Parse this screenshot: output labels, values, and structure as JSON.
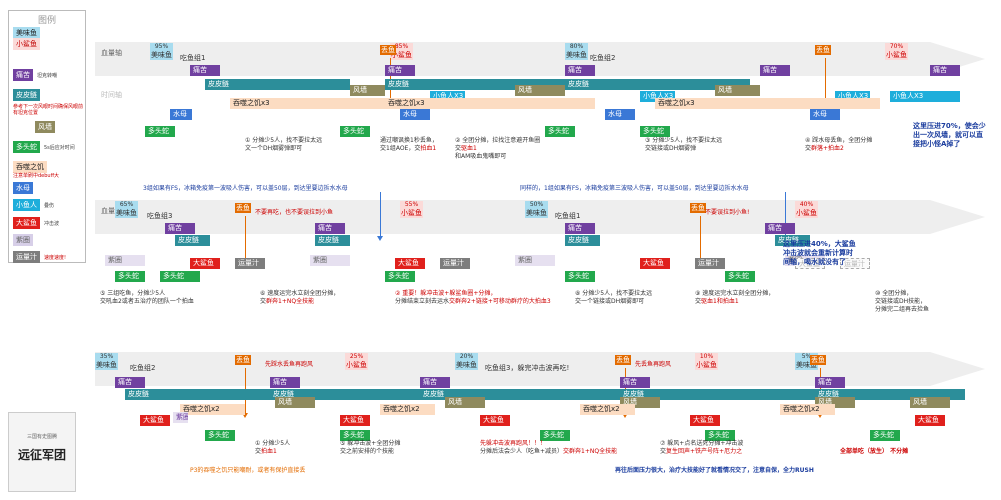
{
  "legend": {
    "title": "图例",
    "items": [
      {
        "label": "美味鱼",
        "color": "#a8dcef",
        "text": "#222",
        "note": ""
      },
      {
        "label": "小鲨鱼",
        "color": "#fbdad8",
        "text": "#c00000",
        "note": ""
      },
      {
        "label": "痛苦",
        "color": "#7040a0",
        "text": "#fff",
        "note": "坦克转嘲"
      },
      {
        "label": "皮皮鲢",
        "color": "#2c8e9a",
        "text": "#fff",
        "note": ""
      },
      {
        "label": "",
        "color": "",
        "text": "",
        "note": "参考下一次风眼时间确保风眼前有坦克位置"
      },
      {
        "label": "风墙",
        "color": "#8f8a5e",
        "text": "#fff",
        "note": ""
      },
      {
        "label": "多头蛇",
        "color": "#22a84c",
        "text": "#fff",
        "note": "5s后应对时间"
      },
      {
        "label": "吞噬之饥",
        "color": "#fcdcc2",
        "text": "#222",
        "note": ""
      },
      {
        "label": "",
        "color": "",
        "text": "",
        "note": "注意单刷中debuff大"
      },
      {
        "label": "水母",
        "color": "#3a78d6",
        "text": "#fff",
        "note": ""
      },
      {
        "label": "小鱼人",
        "color": "#1eaedb",
        "text": "#fff",
        "note": "叠伤"
      },
      {
        "label": "大鲨鱼",
        "color": "#e0201c",
        "text": "#fff",
        "note": "冲击波"
      },
      {
        "label": "紫圈",
        "color": "#d7cfe8",
        "text": "#666",
        "note": ""
      },
      {
        "label": "运量汁",
        "color": "#7d7d7d",
        "text": "#fff",
        "note": "速度速度!"
      }
    ]
  },
  "rows": [
    {
      "axis_label": "血量轴",
      "time_label": "时间轴",
      "phases": [
        {
          "pct": "95%",
          "name": "美味鱼",
          "fish": "美味鱼",
          "cls": "fish",
          "group": "吃鱼组1"
        },
        {
          "pct": "85%",
          "name": "小鲨鱼",
          "fish": "小鲨鱼",
          "cls": "shark",
          "group": ""
        },
        {
          "pct": "80%",
          "name": "美味鱼",
          "fish": "美味鱼",
          "cls": "fish",
          "group": "吃鱼组2"
        },
        {
          "pct": "70%",
          "name": "小鲨鱼",
          "fish": "小鲨鱼",
          "cls": "shark",
          "group": ""
        }
      ],
      "drops": [
        "丢鱼",
        "丢鱼"
      ],
      "bars": [
        {
          "label": "痛苦",
          "kind": "tongku"
        },
        {
          "label": "痛苦",
          "kind": "tongku"
        },
        {
          "label": "痛苦",
          "kind": "tongku"
        },
        {
          "label": "痛苦",
          "kind": "tongku"
        },
        {
          "label": "痛苦",
          "kind": "tongku"
        },
        {
          "label": "皮皮鲢",
          "kind": "pipi"
        },
        {
          "label": "皮皮鲢",
          "kind": "pipi"
        },
        {
          "label": "皮皮鲢",
          "kind": "pipi"
        },
        {
          "label": "风墙",
          "kind": "wind"
        },
        {
          "label": "风墙",
          "kind": "wind"
        },
        {
          "label": "风墙",
          "kind": "wind"
        },
        {
          "label": "小鱼人X3",
          "kind": "xiaoyu"
        },
        {
          "label": "小鱼人X3",
          "kind": "xiaoyu"
        },
        {
          "label": "小鱼人X3",
          "kind": "xiaoyu"
        },
        {
          "label": "小鱼人X3",
          "kind": "xiaoyu"
        },
        {
          "label": "吞噬之饥x3",
          "kind": "tunshi"
        },
        {
          "label": "吞噬之饥x3",
          "kind": "tunshi"
        },
        {
          "label": "吞噬之饥x3",
          "kind": "tunshi"
        },
        {
          "label": "水母",
          "kind": "jelly"
        },
        {
          "label": "水母",
          "kind": "jelly"
        },
        {
          "label": "水母",
          "kind": "jelly"
        },
        {
          "label": "水母",
          "kind": "jelly"
        },
        {
          "label": "多头蛇",
          "kind": "hydra"
        },
        {
          "label": "多头蛇",
          "kind": "hydra"
        },
        {
          "label": "多头蛇",
          "kind": "hydra"
        },
        {
          "label": "多头蛇",
          "kind": "hydra"
        }
      ],
      "notes": [
        {
          "lines": [
            [
              "① 分摊少5人，找不要拉太远",
              ""
            ],
            [
              "文一个DH烟雾弹即可",
              ""
            ]
          ]
        },
        {
          "lines": [
            [
              "通过嘲讽换1秒丢鱼，",
              ""
            ],
            [
              "交1组AOE，交",
              ""
            ],
            [
              "拍血1",
              "hl"
            ]
          ]
        },
        {
          "lines": [
            [
              "② 全团分摊，拉找注意避开鱼圈",
              ""
            ],
            [
              "交",
              ""
            ],
            [
              "驱血1",
              "hl"
            ],
            [
              "和AM吸血鬼嘴即可",
              ""
            ]
          ]
        },
        {
          "lines": [
            [
              "③ 分摊少5人，找不要拉太远",
              ""
            ],
            [
              "交链接或DH烟雾弹",
              ""
            ]
          ]
        },
        {
          "lines": [
            [
              "④ 踩水母丢鱼，全团分摊",
              ""
            ],
            [
              "交",
              ""
            ],
            [
              "群落+拍血2",
              "hl"
            ]
          ]
        }
      ],
      "side": [
        "这里压进70%，使会少",
        "出一次风墙，就可以直",
        "接把小怪A掉了"
      ]
    },
    {
      "axis_label": "血量轴",
      "time_label": "",
      "phases": [
        {
          "pct": "65%",
          "name": "美味鱼",
          "fish": "美味鱼",
          "cls": "fish",
          "group": "吃鱼组3"
        },
        {
          "pct": "55%",
          "name": "小鲨鱼",
          "fish": "小鲨鱼",
          "cls": "shark",
          "group": ""
        },
        {
          "pct": "50%",
          "name": "美味鱼",
          "fish": "美味鱼",
          "cls": "fish",
          "group": "吃鱼组1"
        },
        {
          "pct": "40%",
          "name": "小鲨鱼",
          "fish": "小鲨鱼",
          "cls": "shark",
          "group": ""
        }
      ],
      "drops": [
        "丢鱼",
        "丢鱼"
      ],
      "drop_notes": [
        "不要再吃，也不要误拉到小鱼",
        "不要误拉到小鱼!"
      ],
      "rule_notes": [
        "3组如果有FS，冰箱免疫第一波吸人伤害，可以盖50层，到达里要边拆水水母",
        "同样的，1组如果有FS，冰箱免疫第三波吸人伤害，可以盖50层，到达里要边拆水水母"
      ],
      "bars": [
        {
          "label": "痛苦",
          "kind": "tongku"
        },
        {
          "label": "痛苦",
          "kind": "tongku"
        },
        {
          "label": "痛苦",
          "kind": "tongku"
        },
        {
          "label": "痛苦",
          "kind": "tongku"
        },
        {
          "label": "皮皮鲢",
          "kind": "pipi"
        },
        {
          "label": "皮皮鲢",
          "kind": "pipi"
        },
        {
          "label": "皮皮鲢",
          "kind": "pipi"
        },
        {
          "label": "皮皮鲢",
          "kind": "pipi"
        },
        {
          "label": "紫圈",
          "kind": "purple"
        },
        {
          "label": "紫圈",
          "kind": "purple"
        },
        {
          "label": "紫圈",
          "kind": "purple"
        },
        {
          "label": "紫圈",
          "kind": "purple"
        },
        {
          "label": "多头蛇",
          "kind": "hydra"
        },
        {
          "label": "多头蛇",
          "kind": "hydra"
        },
        {
          "label": "多头蛇",
          "kind": "hydra"
        },
        {
          "label": "多头蛇",
          "kind": "hydra"
        },
        {
          "label": "多头蛇",
          "kind": "hydra"
        },
        {
          "label": "大鲨鱼",
          "kind": "bigshark"
        },
        {
          "label": "大鲨鱼",
          "kind": "bigshark"
        },
        {
          "label": "大鲨鱼",
          "kind": "bigshark"
        },
        {
          "label": "运量汁",
          "kind": "yun"
        },
        {
          "label": "运量汁",
          "kind": "yun"
        },
        {
          "label": "运量汁",
          "kind": "yun"
        },
        {
          "label": "大鲨鱼",
          "kind": "ghost"
        },
        {
          "label": "运量汁",
          "kind": "ghost"
        }
      ],
      "notes": [
        {
          "lines": [
            [
              "⑤ 三组吃鱼，分摊少5人",
              ""
            ],
            [
              "交吼血2或者五治疗的团队一个拍血",
              ""
            ]
          ]
        },
        {
          "lines": [
            [
              "⑥ 速度运完水立刻全团分摊，",
              ""
            ],
            [
              "交",
              ""
            ],
            [
              "群奔1+NQ全技能",
              "hl"
            ]
          ]
        },
        {
          "lines": [
            [
              "② 重要！躲冲击波+躲鲨鱼圈+分摊，",
              "hl"
            ],
            [
              "分摊结束立刻去运水",
              ""
            ],
            [
              "交群奔2+链接+可移动群疗的大拍血3",
              "hl"
            ]
          ]
        },
        {
          "lines": [
            [
              "⑧ 分摊少5人，找不要拉太远",
              ""
            ],
            [
              "交一个链接或DH烟雾即可",
              ""
            ]
          ]
        },
        {
          "lines": [
            [
              "⑨ 速度运完水立刻全团分摊，",
              ""
            ],
            [
              "交",
              ""
            ],
            [
              "驱血1",
              "hl"
            ],
            [
              "和拍血1",
              "hl"
            ]
          ]
        },
        {
          "lines": [
            [
              "⑩ 全团分摊，",
              ""
            ],
            [
              "交链接或DH技能，",
              ""
            ],
            [
              "分摊完二组再去捡鱼",
              ""
            ]
          ]
        }
      ],
      "side": [
        "这里压进40%，大鲨鱼",
        "冲击波就会重新计算时",
        "间轴，喝水就没有了"
      ]
    },
    {
      "axis_label": "",
      "time_label": "",
      "phases": [
        {
          "pct": "35%",
          "name": "美味鱼",
          "fish": "美味鱼",
          "cls": "fish",
          "group": "吃鱼组2"
        },
        {
          "pct": "25%",
          "name": "小鲨鱼",
          "fish": "小鲨鱼",
          "cls": "shark",
          "group": ""
        },
        {
          "pct": "20%",
          "name": "美味鱼",
          "fish": "美味鱼",
          "cls": "fish",
          "group": "吃鱼组3，躲完冲击波再吃!"
        },
        {
          "pct": "10%",
          "name": "小鲨鱼",
          "fish": "小鲨鱼",
          "cls": "shark",
          "group": ""
        },
        {
          "pct": "5%",
          "name": "美味鱼",
          "fish": "美味鱼",
          "cls": "fish",
          "group": ""
        }
      ],
      "drops": [
        "丢鱼",
        "丢鱼",
        "丢鱼"
      ],
      "drop_notes": [
        "先踩水丢鱼再跑风",
        "先丢鱼再跑风"
      ],
      "bars": [
        {
          "label": "痛苦",
          "kind": "tongku"
        },
        {
          "label": "痛苦",
          "kind": "tongku"
        },
        {
          "label": "痛苦",
          "kind": "tongku"
        },
        {
          "label": "痛苦",
          "kind": "tongku"
        },
        {
          "label": "痛苦",
          "kind": "tongku"
        },
        {
          "label": "皮皮鲢",
          "kind": "pipi"
        },
        {
          "label": "皮皮鲢",
          "kind": "pipi"
        },
        {
          "label": "皮皮鲢",
          "kind": "pipi"
        },
        {
          "label": "皮皮鲢",
          "kind": "pipi"
        },
        {
          "label": "皮皮鲢",
          "kind": "pipi"
        },
        {
          "label": "风墙",
          "kind": "wind"
        },
        {
          "label": "风墙",
          "kind": "wind"
        },
        {
          "label": "风墙",
          "kind": "wind"
        },
        {
          "label": "风墙",
          "kind": "wind"
        },
        {
          "label": "风墙",
          "kind": "wind"
        },
        {
          "label": "吞噬之饥x2",
          "kind": "tunshi"
        },
        {
          "label": "吞噬之饥x2",
          "kind": "tunshi"
        },
        {
          "label": "吞噬之饥x2",
          "kind": "tunshi"
        },
        {
          "label": "吞噬之饥x2",
          "kind": "tunshi"
        },
        {
          "label": "紫圈",
          "kind": "purplemini"
        },
        {
          "label": "大鲨鱼",
          "kind": "bigshark"
        },
        {
          "label": "大鲨鱼",
          "kind": "bigshark"
        },
        {
          "label": "大鲨鱼",
          "kind": "bigshark"
        },
        {
          "label": "大鲨鱼",
          "kind": "bigshark"
        },
        {
          "label": "大鲨鱼",
          "kind": "bigshark"
        },
        {
          "label": "多头蛇",
          "kind": "hydra"
        },
        {
          "label": "多头蛇",
          "kind": "hydra"
        },
        {
          "label": "多头蛇",
          "kind": "hydra"
        },
        {
          "label": "多头蛇",
          "kind": "hydra"
        },
        {
          "label": "多头蛇",
          "kind": "hydra"
        }
      ],
      "notes": [
        {
          "lines": [
            [
              "① 分摊少5人",
              ""
            ],
            [
              "交",
              ""
            ],
            [
              "拍血1",
              "hl"
            ]
          ]
        },
        {
          "lines": [
            [
              "⑤ 躲冲击波+全团分摊",
              ""
            ],
            [
              "交之前安排的个技能",
              ""
            ]
          ]
        },
        {
          "lines": [
            [
              "先躲冲击波再跑风！！！",
              "hl"
            ],
            [
              "分摊后法会少人（吃鱼+减员）",
              ""
            ],
            [
              "交群奔1+NQ全技能",
              "hl"
            ]
          ]
        },
        {
          "lines": [
            [
              "⑦ 躲风+点名送死分摊+冲击波",
              ""
            ],
            [
              "交",
              ""
            ],
            [
              "复生回声+铁产号阵+厄力之",
              "hl"
            ]
          ]
        }
      ],
      "full_note": "全部单吃（放生）  不分摊",
      "bottom_note": "P3的吞噬之饥只能嘲耐，或者有保护直接丢",
      "foot_note": "再往后面压力很大，治疗大技能好了就看情况交了，注意自保，全力RUSH"
    }
  ],
  "watermark": {
    "top": "三国有史图腾",
    "bottom": "远征军团"
  }
}
